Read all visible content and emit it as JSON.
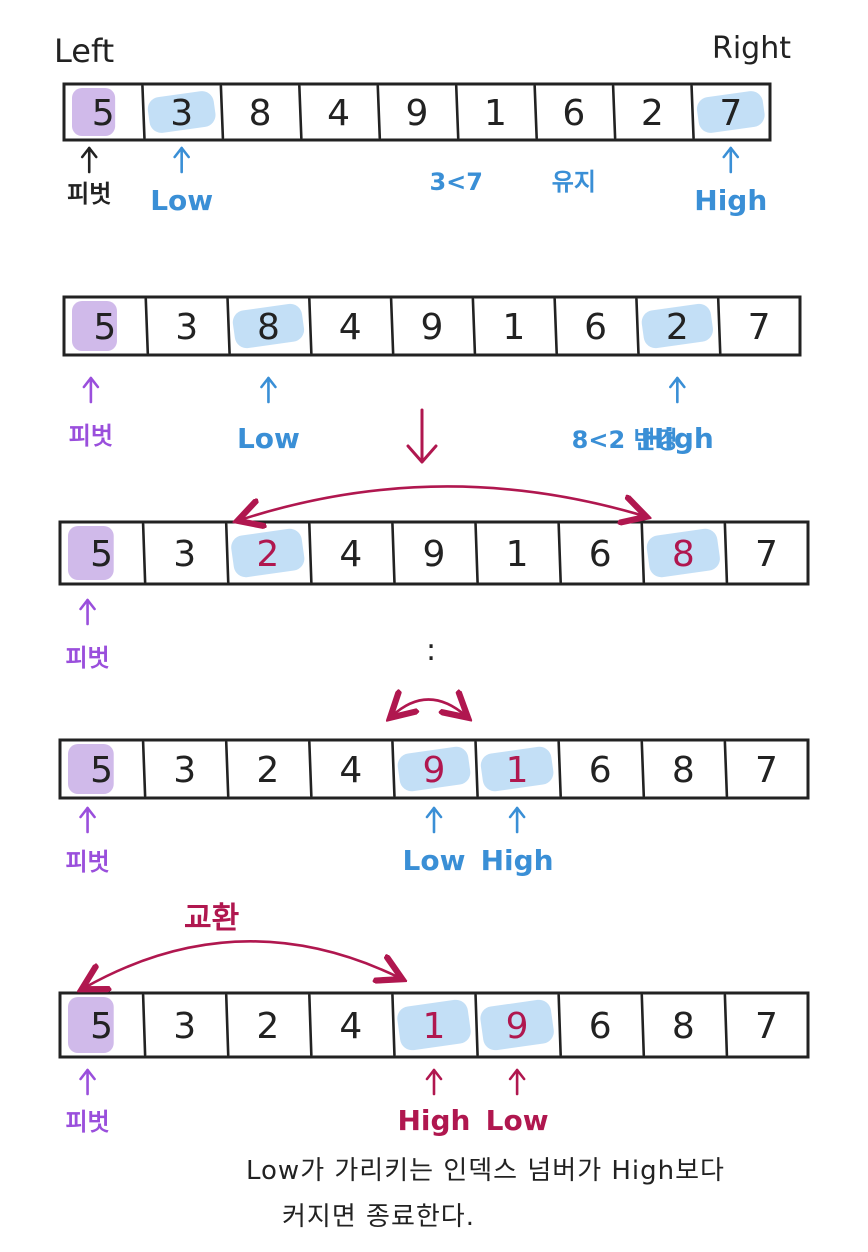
{
  "colors": {
    "ink": "#222222",
    "blue": "#3a8fd6",
    "blue_highlight": "#bcdcf5",
    "purple": "#9a4fdc",
    "purple_highlight": "#c8aee6",
    "crimson": "#b0174f"
  },
  "diagram": {
    "top_labels": {
      "left": "Left",
      "right": "Right"
    },
    "rows": [
      {
        "values": [
          "5",
          "3",
          "8",
          "4",
          "9",
          "1",
          "6",
          "2",
          "7"
        ],
        "pivot_index": 0,
        "blue_highlight": [
          1,
          8
        ],
        "red_values": [],
        "labels": [
          {
            "text": "피벗",
            "color": "ink",
            "cell": 0
          },
          {
            "text": "Low",
            "color": "blue",
            "cell": 1
          },
          {
            "text": "High",
            "color": "blue",
            "cell": 8
          }
        ],
        "notes": [
          {
            "text": "3<7",
            "color": "blue",
            "between": [
              4,
              5
            ]
          },
          {
            "text": "유지",
            "color": "blue",
            "between": [
              6,
              6
            ]
          }
        ]
      },
      {
        "values": [
          "5",
          "3",
          "8",
          "4",
          "9",
          "1",
          "6",
          "2",
          "7"
        ],
        "pivot_index": 0,
        "blue_highlight": [
          2,
          7
        ],
        "red_values": [],
        "labels": [
          {
            "text": "피벗",
            "color": "purple",
            "cell": 0
          },
          {
            "text": "Low",
            "color": "blue",
            "cell": 2
          },
          {
            "text": "High",
            "color": "blue",
            "cell": 7
          }
        ],
        "notes": [
          {
            "text": "8<2 변경",
            "color": "blue",
            "between": [
              5,
              6
            ]
          }
        ]
      },
      {
        "values": [
          "5",
          "3",
          "2",
          "4",
          "9",
          "1",
          "6",
          "8",
          "7"
        ],
        "pivot_index": 0,
        "blue_highlight": [
          2,
          7
        ],
        "red_values": [
          2,
          7
        ],
        "labels": [
          {
            "text": "피벗",
            "color": "purple",
            "cell": 0
          }
        ],
        "notes": []
      },
      {
        "values": [
          "5",
          "3",
          "2",
          "4",
          "9",
          "1",
          "6",
          "8",
          "7"
        ],
        "pivot_index": 0,
        "blue_highlight": [
          4,
          5
        ],
        "red_values": [
          4,
          5
        ],
        "labels": [
          {
            "text": "피벗",
            "color": "purple",
            "cell": 0
          },
          {
            "text": "Low",
            "color": "blue",
            "cell": 4
          },
          {
            "text": "High",
            "color": "blue",
            "cell": 5
          }
        ],
        "notes": []
      },
      {
        "values": [
          "5",
          "3",
          "2",
          "4",
          "1",
          "9",
          "6",
          "8",
          "7"
        ],
        "pivot_index": 0,
        "blue_highlight": [
          4,
          5
        ],
        "red_values": [
          4,
          5
        ],
        "labels": [
          {
            "text": "피벗",
            "color": "purple",
            "cell": 0
          },
          {
            "text": "High",
            "color": "crimson",
            "cell": 4
          },
          {
            "text": "Low",
            "color": "crimson",
            "cell": 5
          }
        ],
        "notes": []
      }
    ],
    "swap_label": "교환",
    "dots": ":",
    "footer_lines": [
      "Low가 가리키는 인덱스 넘버가 High보다",
      "커지면 종료한다."
    ]
  }
}
